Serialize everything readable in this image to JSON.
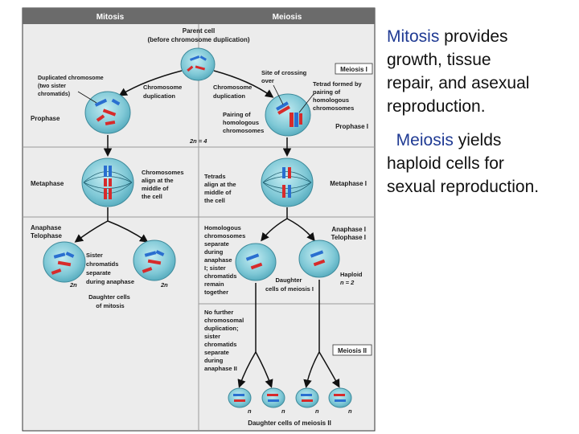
{
  "headers": {
    "mitosis": "Mitosis",
    "meiosis": "Meiosis"
  },
  "parent": {
    "line1": "Parent cell",
    "line2": "(before chromosome duplication)"
  },
  "labels": {
    "dup_chrom_1": "Duplicated chromosome",
    "dup_chrom_2": "(two sister",
    "dup_chrom_3": "chromatids)",
    "chrom_dup_1": "Chromosome",
    "chrom_dup_2": "duplication",
    "chrom_dup_b1": "Chromosome",
    "chrom_dup_b2": "duplication",
    "crossing_1": "Site of crossing",
    "crossing_2": "over",
    "tetrad_1": "Tetrad formed by",
    "tetrad_2": "pairing of",
    "tetrad_3": "homologous",
    "tetrad_4": "chromosomes",
    "pairing_1": "Pairing of",
    "pairing_2": "homologous",
    "pairing_3": "chromosomes",
    "two_n_4": "2n = 4",
    "align_1": "Chromosomes",
    "align_2": "align at the",
    "align_3": "middle of",
    "align_4": "the cell",
    "tetrads_1": "Tetrads",
    "tetrads_2": "align at the",
    "tetrads_3": "middle of",
    "tetrads_4": "the cell",
    "sister_1": "Sister",
    "sister_2": "chromatids",
    "sister_3": "separate",
    "sister_4": "during anaphase",
    "two_n_left": "2n",
    "two_n_right": "2n",
    "daughter_mit_1": "Daughter cells",
    "daughter_mit_2": "of mitosis",
    "homol_1": "Homologous",
    "homol_2": "chromosomes",
    "homol_3": "separate",
    "homol_4": "during",
    "homol_5": "anaphase",
    "homol_6": "I; sister",
    "homol_7": "chromatids",
    "homol_8": "remain",
    "homol_9": "together",
    "daughter_mei1_1": "Daughter",
    "daughter_mei1_2": "cells of meiosis I",
    "haploid_1": "Haploid",
    "haploid_2": "n = 2",
    "nofurther_1": "No further",
    "nofurther_2": "chromosomal",
    "nofurther_3": "duplication;",
    "nofurther_4": "sister",
    "nofurther_5": "chromatids",
    "nofurther_6": "separate",
    "nofurther_7": "during",
    "nofurther_8": "anaphase II",
    "n1": "n",
    "n2": "n",
    "n3": "n",
    "n4": "n",
    "daughter_mei2": "Daughter cells of meiosis II"
  },
  "stages": {
    "prophase": "Prophase",
    "metaphase": "Metaphase",
    "anaphase": "Anaphase",
    "telophase": "Telophase",
    "meiosis1": "Meiosis I",
    "prophase1": "Prophase I",
    "metaphase1": "Metaphase I",
    "anaphase1": "Anaphase I",
    "telophase1": "Telophase I",
    "meiosis2": "Meiosis II"
  },
  "side_text": {
    "mitosis_kw": "Mitosis",
    "mitosis_l1_rest": " provides",
    "mitosis_l2": "growth, tissue",
    "mitosis_l3": "repair, and asexual",
    "mitosis_l4": "reproduction.",
    "meiosis_kw": "Meiosis",
    "meiosis_l1_rest": " yields",
    "meiosis_l2": "haploid cells for",
    "meiosis_l3": "sexual reproduction."
  },
  "colors": {
    "header_bg": "#6b6b6b",
    "panel_bg": "#ececec",
    "cell_fill": "#7fc8d6",
    "chrom_red": "#d72b2b",
    "chrom_blue": "#2a6fd0",
    "keyword_blue": "#1f3a93"
  }
}
